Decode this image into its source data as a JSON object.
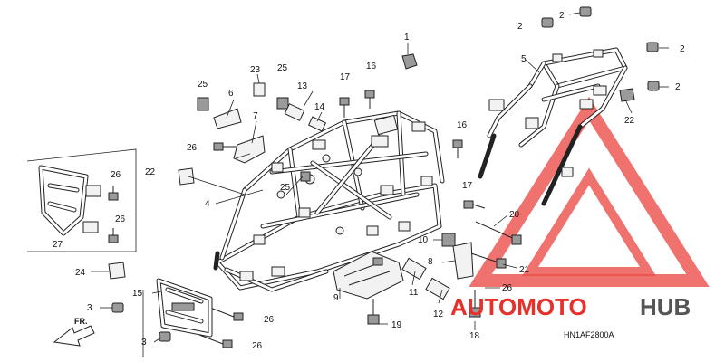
{
  "diagram": {
    "code": "HN1AF2800A",
    "direction_label": "FR.",
    "callouts": {
      "c1": "1",
      "c2a": "2",
      "c2b": "2",
      "c2c": "2",
      "c2d": "2",
      "c3a": "3",
      "c3b": "3",
      "c4": "4",
      "c5": "5",
      "c6": "6",
      "c7": "7",
      "c8": "8",
      "c9": "9",
      "c10": "10",
      "c11": "11",
      "c12": "12",
      "c13": "13",
      "c14": "14",
      "c15": "15",
      "c16a": "16",
      "c16b": "16",
      "c17a": "17",
      "c17b": "17",
      "c18": "18",
      "c19": "19",
      "c20": "20",
      "c21": "21",
      "c22a": "22",
      "c22b": "22",
      "c23": "23",
      "c24": "24",
      "c25a": "25",
      "c25b": "25",
      "c25c": "25",
      "c26a": "26",
      "c26b": "26",
      "c26c": "26",
      "c26d": "26",
      "c26e": "26",
      "c26f": "26",
      "c27": "27"
    }
  },
  "watermark": {
    "text_left": "AUTOMOTO",
    "text_right": "HUB",
    "color_primary": "#e8302a",
    "color_secondary": "#555555"
  }
}
